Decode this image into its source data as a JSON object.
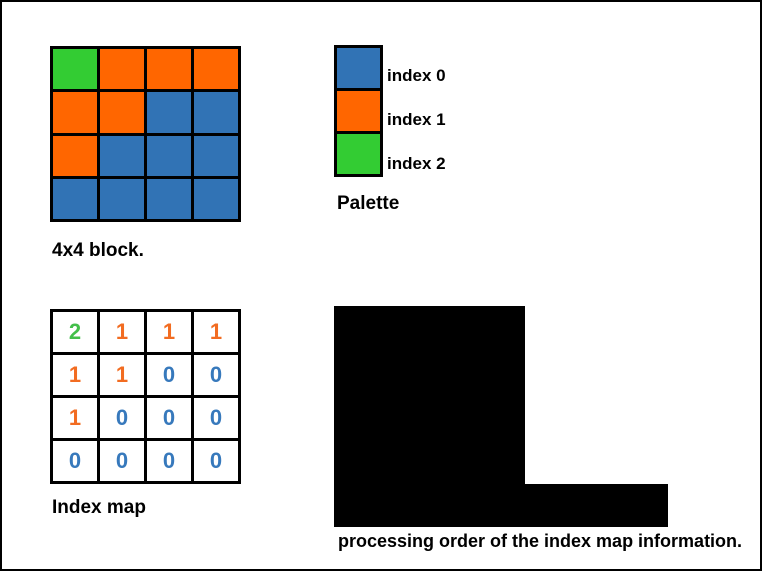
{
  "page": {
    "background": "#ffffff",
    "border_color": "#000000"
  },
  "palette_colors": {
    "blue": "#3173B5",
    "orange": "#FF6600",
    "green": "#33CC33"
  },
  "text_colors": {
    "blue": "#3779BC",
    "orange": "#F26C21",
    "green": "#43BF4A"
  },
  "block": {
    "caption": "4x4 block.",
    "rows": [
      [
        "green",
        "orange",
        "orange",
        "orange"
      ],
      [
        "orange",
        "orange",
        "blue",
        "blue"
      ],
      [
        "orange",
        "blue",
        "blue",
        "blue"
      ],
      [
        "blue",
        "blue",
        "blue",
        "blue"
      ]
    ]
  },
  "palette": {
    "caption": "Palette",
    "entries": [
      {
        "color": "blue",
        "label": "index 0"
      },
      {
        "color": "orange",
        "label": "index 1"
      },
      {
        "color": "green",
        "label": "index 2"
      }
    ]
  },
  "index_map": {
    "caption": "Index map",
    "rows": [
      [
        {
          "value": "2",
          "color": "green"
        },
        {
          "value": "1",
          "color": "orange"
        },
        {
          "value": "1",
          "color": "orange"
        },
        {
          "value": "1",
          "color": "orange"
        }
      ],
      [
        {
          "value": "1",
          "color": "orange"
        },
        {
          "value": "1",
          "color": "orange"
        },
        {
          "value": "0",
          "color": "blue"
        },
        {
          "value": "0",
          "color": "blue"
        }
      ],
      [
        {
          "value": "1",
          "color": "orange"
        },
        {
          "value": "0",
          "color": "blue"
        },
        {
          "value": "0",
          "color": "blue"
        },
        {
          "value": "0",
          "color": "blue"
        }
      ],
      [
        {
          "value": "0",
          "color": "blue"
        },
        {
          "value": "0",
          "color": "blue"
        },
        {
          "value": "0",
          "color": "blue"
        },
        {
          "value": "0",
          "color": "blue"
        }
      ]
    ]
  },
  "redacted": {
    "caption": "processing order of the index map information."
  }
}
